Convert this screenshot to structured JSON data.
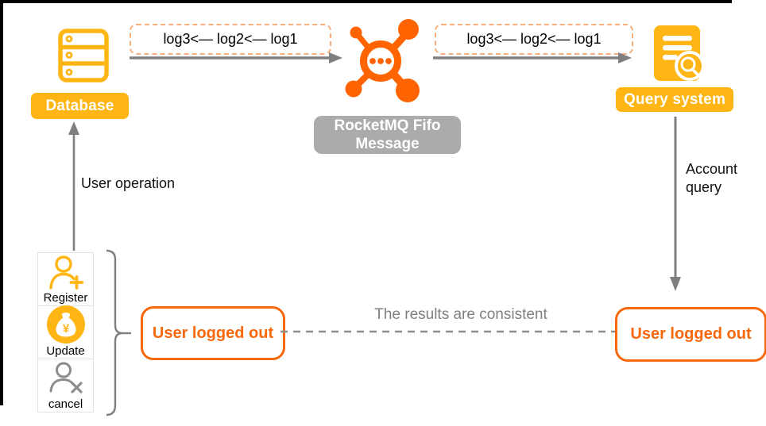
{
  "colors": {
    "amber": "#FFB514",
    "rocketmq_orange": "#FF6400",
    "result_orange": "#F8680C",
    "connector_gray": "#7F7F7F",
    "label_gray": "#ABABAB"
  },
  "nodes": {
    "database": {
      "label": "Database"
    },
    "rocketmq": {
      "label_line1": "RocketMQ Fifo",
      "label_line2": "Message"
    },
    "query_system": {
      "label": "Query system"
    }
  },
  "flows": {
    "log_sequence_left": "log3<— log2<— log1",
    "log_sequence_right": "log3<— log2<— log1"
  },
  "annotations": {
    "user_operation": "User operation",
    "account_query_line1": "Account",
    "account_query_line2": "query",
    "consistency": "The results are consistent"
  },
  "operations": [
    {
      "label": "Register",
      "icon": "user-add-icon"
    },
    {
      "label": "Update",
      "icon": "money-bag-icon"
    },
    {
      "label": "cancel",
      "icon": "user-cancel-icon"
    }
  ],
  "results": {
    "left_box": "User logged out",
    "right_box": "User logged out"
  }
}
